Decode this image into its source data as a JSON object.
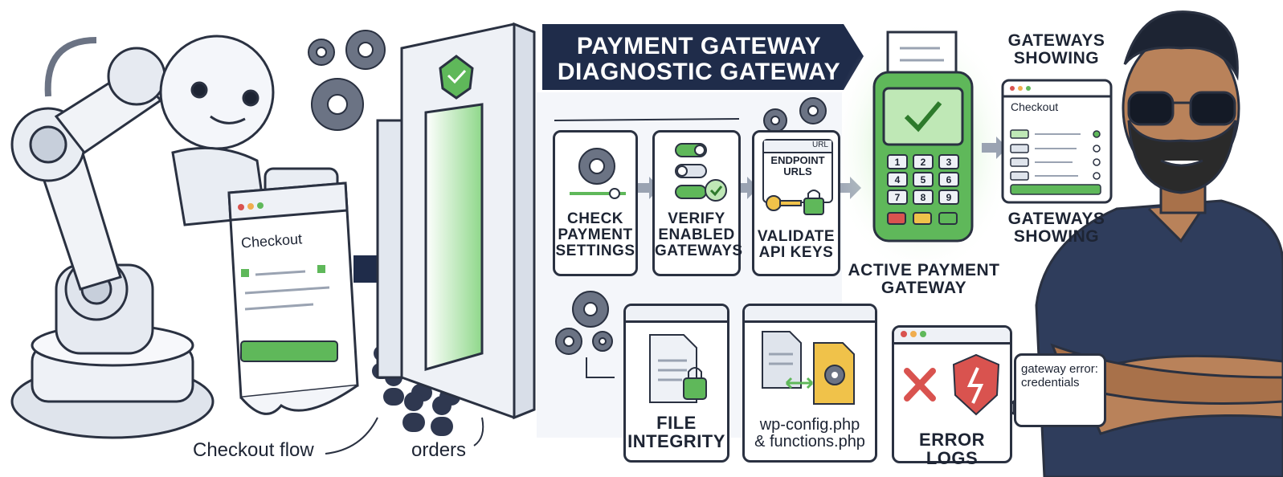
{
  "banner": {
    "line1": "PAYMENT GATEWAY",
    "line2": "DIAGNOSTIC GATEWAY"
  },
  "steps_top": [
    {
      "label_line1": "CHECK",
      "label_line2": "PAYMENT",
      "label_line3": "SETTINGS",
      "icon": "gear-slider-icon"
    },
    {
      "label_line1": "VERIFY",
      "label_line2": "ENABLED",
      "label_line3": "GATEWAYS",
      "icon": "toggle-switches-icon"
    },
    {
      "label_line1": "VALIDATE",
      "label_line2": "API KEYS",
      "icon": "key-lock-icon",
      "window_text": "URL",
      "inner_line1": "ENDPOINT",
      "inner_line2": "URLS"
    }
  ],
  "steps_bottom": [
    {
      "label_line1": "FILE",
      "label_line2": "INTEGRITY",
      "icon": "document-lock-icon"
    },
    {
      "label_line1": "wp-config.php",
      "label_line2": "& functions.php",
      "icon": "files-gear-icon"
    },
    {
      "label": "ERROR LOGS",
      "icon": "error-shield-icon"
    }
  ],
  "terminal": {
    "label_line1": "ACTIVE PAYMENT",
    "label_line2": "GATEWAY",
    "keys": [
      "1",
      "2",
      "3",
      "4",
      "5",
      "6",
      "7",
      "8",
      "9"
    ]
  },
  "gateways_panel": {
    "title_top": "GATEWAYS",
    "title_top2": "SHOWING",
    "window_title": "Checkout",
    "title_bottom": "GATEWAYS",
    "title_bottom2": "SHOWING"
  },
  "robot_page": {
    "title": "Checkout"
  },
  "captions": {
    "checkout_flow": "Checkout flow",
    "orders": "orders"
  },
  "error_bubble": {
    "text": "gateway error: credentials"
  },
  "colors": {
    "navy": "#1f2c4a",
    "green": "#5fb85a",
    "green_light": "#bfe8b6",
    "red": "#d9534f",
    "outline": "#2a3141"
  }
}
